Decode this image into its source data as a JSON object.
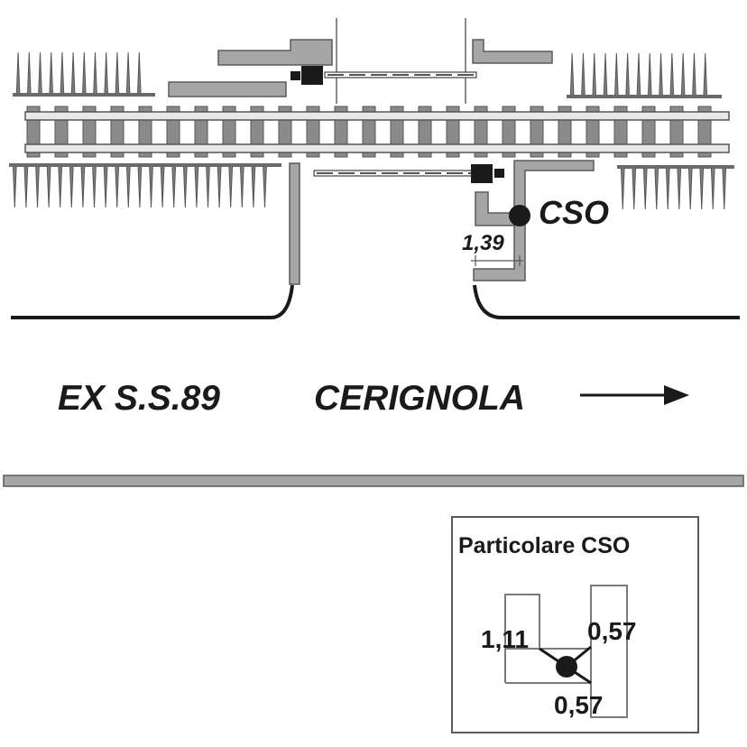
{
  "labels": {
    "cso": "CSO",
    "dimension_main": "1,39",
    "road_name": "EX  S.S.89",
    "destination": "CERIGNOLA"
  },
  "detail": {
    "title": "Particolare CSO",
    "dim_left": "1,11",
    "dim_right": "0,57",
    "dim_bottom": "0,57"
  },
  "icons": {
    "direction": "arrow-right-icon",
    "marker": "filled-circle-icon",
    "vegetation": "spiky-hedge-icon",
    "barrier": "level-crossing-barrier-icon"
  },
  "colors": {
    "ink": "#1a1a1a",
    "fill_gray": "#a6a6a6",
    "outline_gray": "#5a5a5a",
    "detail_stroke": "#7a7a7a"
  }
}
